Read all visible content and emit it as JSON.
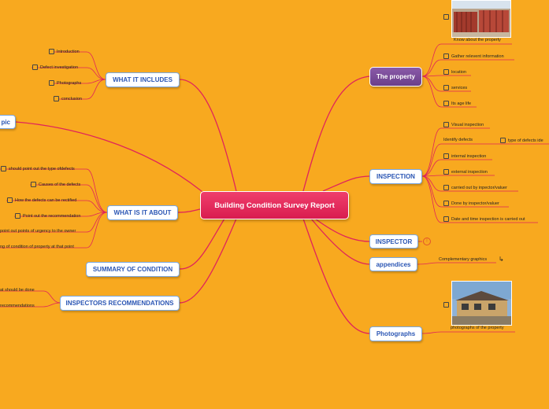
{
  "central": "Building Condition Survey Report",
  "left": {
    "includes": {
      "title": "WHAT IT INCLUDES",
      "items": [
        "Introduction",
        "Defect investigation",
        "Photographs",
        "conclusion"
      ]
    },
    "topic_fragment": "pic",
    "about": {
      "title": "WHAT IS IT ABOUT",
      "items": [
        "should point out the type ofdefects",
        "Causes of the defects",
        "How the defects can be rectified",
        "Point out the recommendation",
        "point out points of urgency to the owner",
        "ng of condition of property at that point"
      ]
    },
    "summary": {
      "title": "SUMMARY OF CONDITION"
    },
    "recommendations": {
      "title": "INSPECTORS RECOMMENDATIONS",
      "items": [
        "at should be done",
        "recommendations"
      ]
    }
  },
  "right": {
    "property": {
      "title": "The property",
      "items": [
        "Know about the property",
        "Gather relevent information",
        "location",
        "services",
        "Its age life"
      ]
    },
    "inspection": {
      "title": "INSPECTION",
      "items": [
        "Visual inspection",
        "Identify defects",
        "type of defects ide",
        "internal inspection",
        "external inspection",
        "carried out by inpector/valuer",
        "Done by inspector/valuer",
        "Date and time inspection is carried out"
      ]
    },
    "inspector": {
      "title": "INSPECTOR",
      "warning_icon": "alert-icon"
    },
    "appendices": {
      "title": "appendices",
      "items": [
        "Complementary graphics"
      ],
      "icon": "return-arrow-icon"
    },
    "photographs": {
      "title": "Photographs",
      "items": [
        "photographs of the property"
      ]
    }
  },
  "colors": {
    "background": "#f8a91f",
    "central": "#e0245a",
    "links": "#e0245a",
    "box_text": "#2b56b4",
    "purple": "#7a4a99"
  }
}
